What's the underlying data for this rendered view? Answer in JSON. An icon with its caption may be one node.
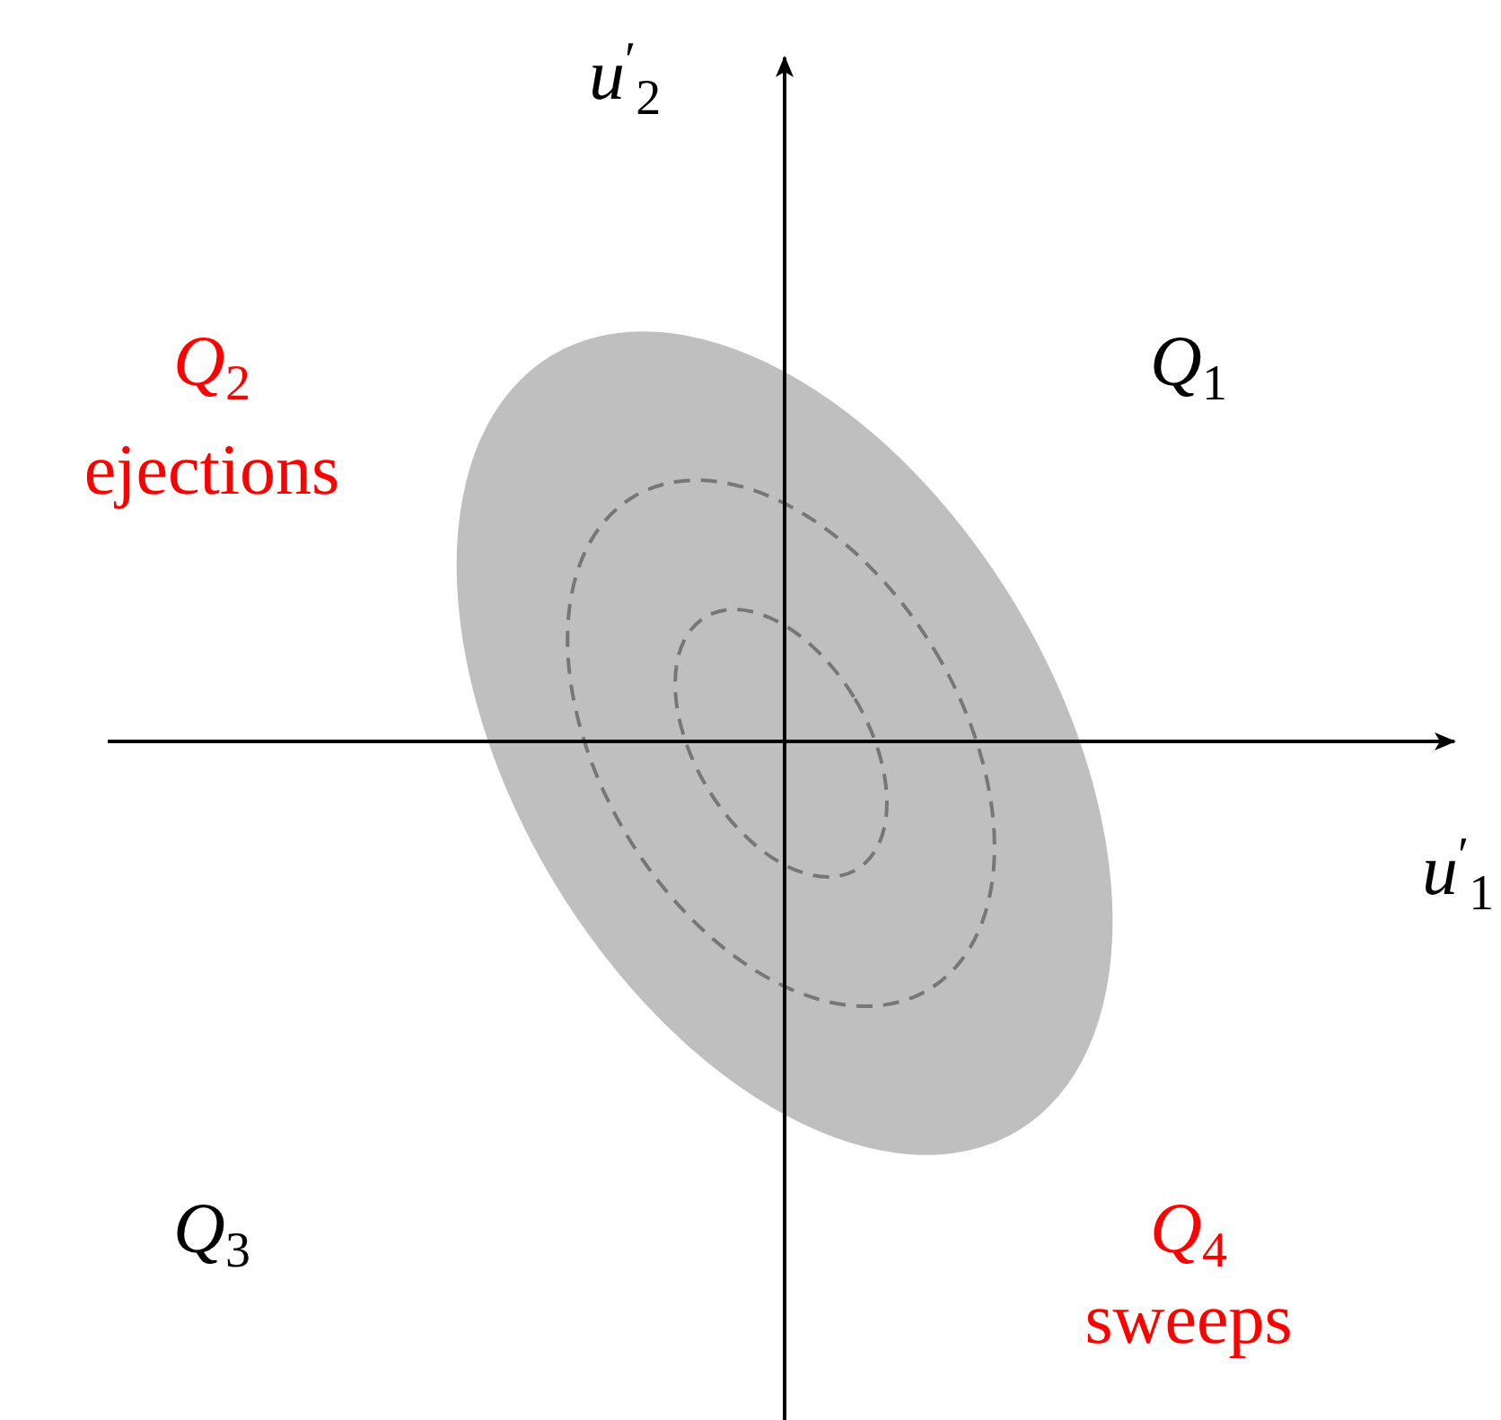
{
  "diagram": {
    "labels": [
      "*u*$^{′}$$_{2}$",
      "*Q*$_{2}$",
      "*Q*$_{1}$",
      "ejections",
      "*u*$^{′}$$_{1}$",
      "*Q*$_{3}$",
      "*Q*$_{4}$",
      "sweeps"
    ]
  }
}
